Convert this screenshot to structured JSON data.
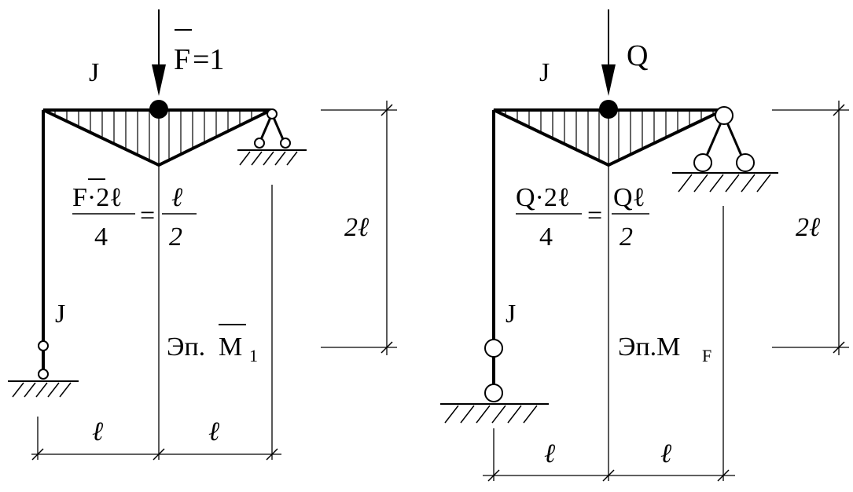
{
  "left": {
    "force_letter": "F",
    "force_value": "=1",
    "stiffness_top": "J",
    "stiffness_column": "J",
    "ordinate_numerator": "F·2ℓ",
    "ordinate_denominator": "4",
    "ordinate_equals": "=",
    "ordinate_result_num": "ℓ",
    "ordinate_result_den": "2",
    "diagram_prefix": "Эп.",
    "diagram_letter": "M",
    "diagram_index": "1",
    "height_label": "2ℓ",
    "span_left": "ℓ",
    "span_right": "ℓ"
  },
  "right": {
    "force_label": "Q",
    "stiffness_top": "J",
    "stiffness_column": "J",
    "ordinate_numerator": "Q·2ℓ",
    "ordinate_denominator": "4",
    "ordinate_equals": "=",
    "ordinate_result_num": "Qℓ",
    "ordinate_result_den": "2",
    "diagram_prefix": "Эп.M",
    "diagram_index": "F",
    "height_label": "2ℓ",
    "span_left": "ℓ",
    "span_right": "ℓ"
  }
}
